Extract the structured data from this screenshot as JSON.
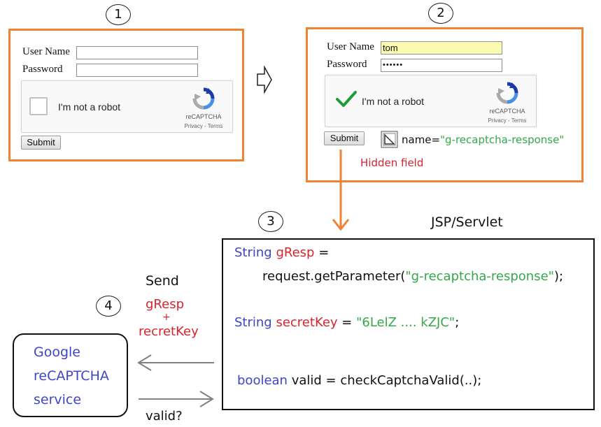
{
  "steps": {
    "s1": "1",
    "s2": "2",
    "s3": "3",
    "s4": "4"
  },
  "form1": {
    "username_label": "User Name",
    "password_label": "Password",
    "username_value": "",
    "password_value": "",
    "captcha_text": "I'm not a robot",
    "captcha_brand": "reCAPTCHA",
    "captcha_terms": "Privacy - Terms",
    "submit_label": "Submit",
    "captcha_checked": false
  },
  "form2": {
    "username_label": "User Name",
    "password_label": "Password",
    "username_value": "tom",
    "password_value": "••••••",
    "captcha_text": "I'm not a robot",
    "captcha_brand": "reCAPTCHA",
    "captcha_terms": "Privacy - Terms",
    "submit_label": "Submit",
    "captcha_checked": true,
    "hidden_attr_name": "name=",
    "hidden_attr_value": "\"g-recaptcha-response\"",
    "hidden_field_label": "Hidden field"
  },
  "server": {
    "title": "JSP/Servlet",
    "line1_type": "String",
    "line1_var": "gResp",
    "line1_eq": " =",
    "line2_call": "request.getParameter(",
    "line2_arg": "\"g-recaptcha-response\"",
    "line2_end": ");",
    "line3_type": "String",
    "line3_var": "secretKey",
    "line3_eq": " = ",
    "line3_val": "\"6LelZ .... kZJC\"",
    "line3_end": ";",
    "line4_type": "boolean",
    "line4_rest": " valid = checkCaptchaValid(..);"
  },
  "flow": {
    "send_label": "Send",
    "g_resp": "gResp",
    "plus": "+",
    "secret": "recretKey",
    "valid_label": "valid?"
  },
  "google": {
    "line1": "Google",
    "line2": "reCAPTCHA",
    "line3": "service"
  },
  "colors": {
    "panel_border": "#f08233",
    "keyword": "#3d45c8",
    "variable": "#d8242e",
    "string": "#33a84a",
    "arrow_gray": "#808080"
  }
}
